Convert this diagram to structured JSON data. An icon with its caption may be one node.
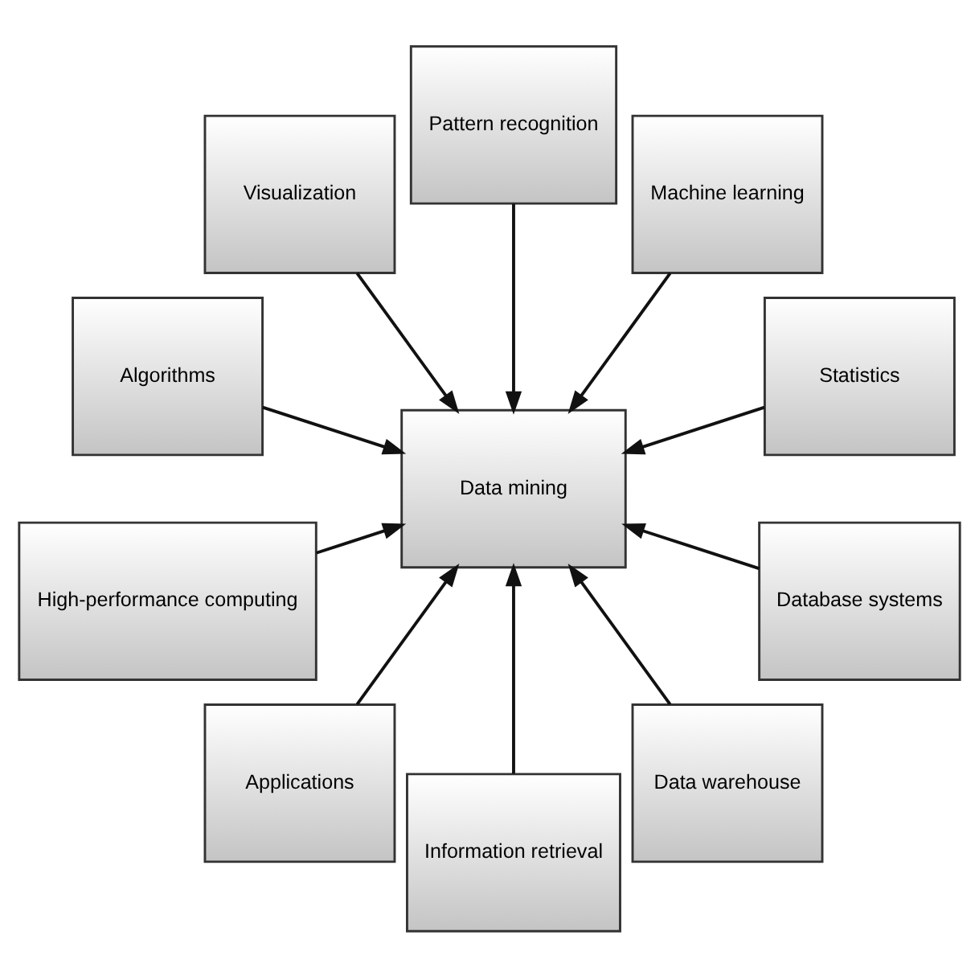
{
  "diagram": {
    "nodes": [
      {
        "text": [
          "Statistics"
        ]
      },
      {
        "text": [
          "Machine learning"
        ]
      },
      {
        "text": [
          "Pattern recognition"
        ]
      },
      {
        "text": [
          "Database systems"
        ]
      },
      {
        "text": [
          "Data mining"
        ]
      },
      {
        "text": [
          "Visualization"
        ]
      },
      {
        "text": [
          "Data warehouse"
        ]
      },
      {
        "text": [
          "Algorithms"
        ]
      },
      {
        "text": [
          "Information retrieval"
        ]
      },
      {
        "text": [
          "Applications"
        ]
      },
      {
        "text": [
          "High-performance computing"
        ]
      }
    ],
    "edges": [
      {
        "from": 0,
        "to": 4,
        "arrow": "to"
      },
      {
        "from": 1,
        "to": 4,
        "arrow": "to"
      },
      {
        "from": 2,
        "to": 4,
        "arrow": "to"
      },
      {
        "from": 3,
        "to": 4,
        "arrow": "to"
      },
      {
        "from": 5,
        "to": 4,
        "arrow": "to"
      },
      {
        "from": 6,
        "to": 4,
        "arrow": "to"
      },
      {
        "from": 7,
        "to": 4,
        "arrow": "to"
      },
      {
        "from": 8,
        "to": 4,
        "arrow": "to"
      },
      {
        "from": 9,
        "to": 4,
        "arrow": "to"
      },
      {
        "from": 10,
        "to": 4,
        "arrow": "to"
      }
    ]
  }
}
